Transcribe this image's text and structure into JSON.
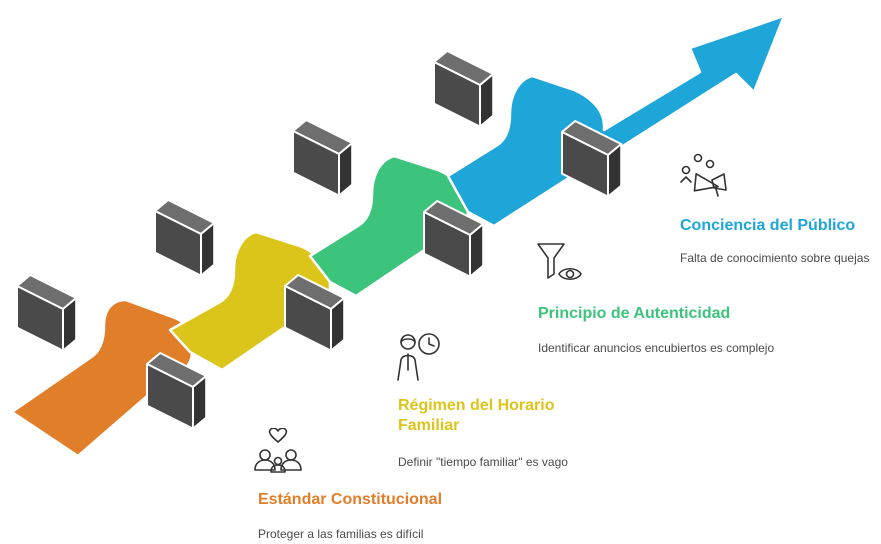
{
  "steps": [
    {
      "title": "Estándar Constitucional",
      "desc": "Proteger a las familias es difícil",
      "color": "#E07E2A",
      "icon": "family-heart-icon"
    },
    {
      "title": "Régimen del Horario Familiar",
      "desc": "Definir \"tiempo familiar\" es vago",
      "color": "#DCC51A",
      "icon": "person-clock-icon"
    },
    {
      "title": "Principio de Autenticidad",
      "desc": "Identificar anuncios encubiertos es complejo",
      "color": "#3CC47C",
      "icon": "filter-eye-icon"
    },
    {
      "title": "Conciencia del Público",
      "desc": "Falta de conocimiento sobre quejas",
      "color": "#1EA6D8",
      "icon": "megaphone-people-icon"
    }
  ],
  "colors": {
    "barrier_top": "#6e6e6e",
    "barrier_side": "#4a4a4a",
    "barrier_end": "#333333",
    "desc_text": "#4a4a4a"
  }
}
